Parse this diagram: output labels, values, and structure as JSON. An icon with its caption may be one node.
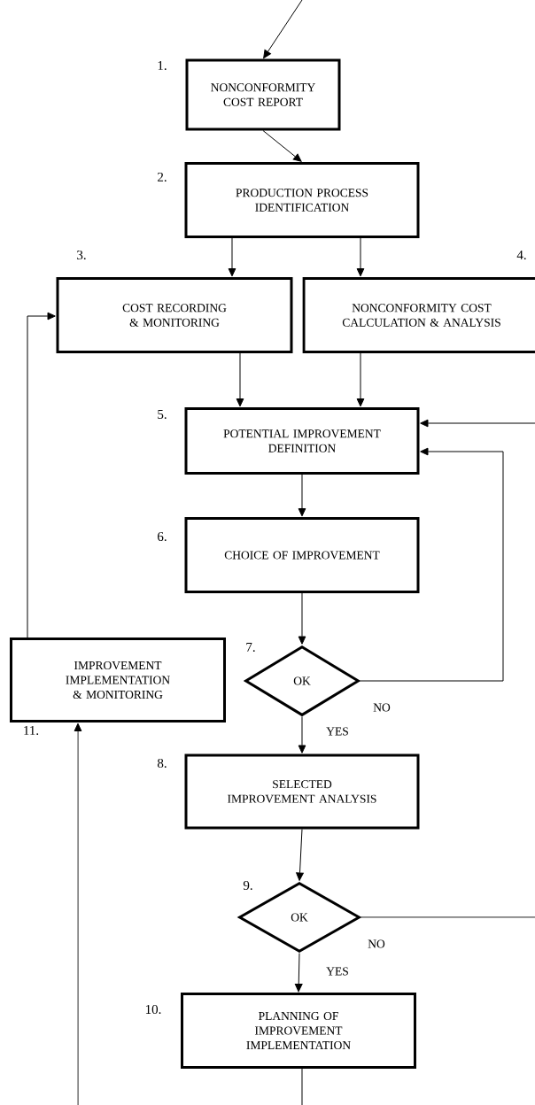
{
  "diagram": {
    "nodes": [
      {
        "text": [
          "NONCONFORMITY COST REPORT"
        ],
        "beside": [
          "1."
        ]
      },
      {
        "text": [
          "PRODUCTION PROCESS IDENTIFICATION"
        ],
        "beside": [
          "2."
        ]
      },
      {
        "text": [
          "COST RECORDING & MONITORING"
        ],
        "beside": [
          "3."
        ]
      },
      {
        "text": [
          "NONCONFORMITY COST CALCULATION & ANALYSIS"
        ],
        "beside": [
          "4."
        ]
      },
      {
        "text": [
          "POTENTIAL IMPROVEMENT DEFINITION"
        ],
        "beside": [
          "5."
        ]
      },
      {
        "text": [
          "CHOICE OF IMPROVEMENT"
        ],
        "beside": [
          "6."
        ]
      },
      {
        "text": [
          "OK"
        ],
        "beside": [
          "7."
        ]
      },
      {
        "text": [
          "SELECTED IMPROVEMENT ANALYSIS"
        ],
        "beside": [
          "8."
        ]
      },
      {
        "text": [
          "OK"
        ],
        "beside": [
          "9."
        ]
      },
      {
        "text": [
          "PLANNING OF IMPROVEMENT IMPLEMENTATION"
        ],
        "beside": [
          "10."
        ]
      },
      {
        "text": [
          "IMPROVEMENT IMPLEMENTATION & MONITORING"
        ],
        "beside": [
          "11."
        ]
      }
    ],
    "edges": [
      {
        "from": null,
        "to": 0,
        "arrow": "to"
      },
      {
        "from": 0,
        "to": 1,
        "arrow": "to"
      },
      {
        "from": 1,
        "to": 2,
        "arrow": "to"
      },
      {
        "from": 1,
        "to": 3,
        "arrow": "to"
      },
      {
        "from": 2,
        "to": 4,
        "arrow": "to"
      },
      {
        "from": 3,
        "to": 4,
        "arrow": "to"
      },
      {
        "from": 4,
        "to": 5,
        "arrow": "to"
      },
      {
        "from": 5,
        "to": 6,
        "arrow": "to"
      },
      {
        "from": 6,
        "to": 4,
        "arrow": "to",
        "label": "NO"
      },
      {
        "from": 6,
        "to": 7,
        "arrow": "to",
        "label": "YES"
      },
      {
        "from": 7,
        "to": 8,
        "arrow": "to"
      },
      {
        "from": 8,
        "to": 4,
        "arrow": "to",
        "label": "NO"
      },
      {
        "from": 8,
        "to": 9,
        "arrow": "to",
        "label": "YES"
      },
      {
        "from": 9,
        "to": 10,
        "arrow": "to"
      },
      {
        "from": 10,
        "to": 2,
        "arrow": "to"
      }
    ]
  }
}
